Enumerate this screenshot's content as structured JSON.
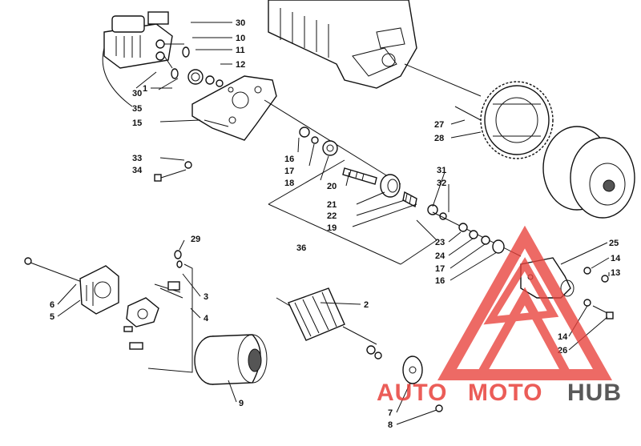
{
  "diagram": {
    "callouts": [
      {
        "id": "c30a",
        "text": "30"
      },
      {
        "id": "c10",
        "text": "10"
      },
      {
        "id": "c11",
        "text": "11"
      },
      {
        "id": "c12",
        "text": "12"
      },
      {
        "id": "c1",
        "text": "1"
      },
      {
        "id": "c30b",
        "text": "30"
      },
      {
        "id": "c35",
        "text": "35"
      },
      {
        "id": "c15",
        "text": "15"
      },
      {
        "id": "c33",
        "text": "33"
      },
      {
        "id": "c34",
        "text": "34"
      },
      {
        "id": "c16a",
        "text": "16"
      },
      {
        "id": "c17a",
        "text": "17"
      },
      {
        "id": "c18",
        "text": "18"
      },
      {
        "id": "c20",
        "text": "20"
      },
      {
        "id": "c21",
        "text": "21"
      },
      {
        "id": "c22",
        "text": "22"
      },
      {
        "id": "c19",
        "text": "19"
      },
      {
        "id": "c31",
        "text": "31"
      },
      {
        "id": "c32",
        "text": "32"
      },
      {
        "id": "c27",
        "text": "27"
      },
      {
        "id": "c28",
        "text": "28"
      },
      {
        "id": "c36",
        "text": "36"
      },
      {
        "id": "c23",
        "text": "23"
      },
      {
        "id": "c24",
        "text": "24"
      },
      {
        "id": "c17b",
        "text": "17"
      },
      {
        "id": "c16b",
        "text": "16"
      },
      {
        "id": "c25",
        "text": "25"
      },
      {
        "id": "c14a",
        "text": "14"
      },
      {
        "id": "c13",
        "text": "13"
      },
      {
        "id": "c14b",
        "text": "14"
      },
      {
        "id": "c26",
        "text": "26"
      },
      {
        "id": "c29",
        "text": "29"
      },
      {
        "id": "c3",
        "text": "3"
      },
      {
        "id": "c4",
        "text": "4"
      },
      {
        "id": "c6",
        "text": "6"
      },
      {
        "id": "c5",
        "text": "5"
      },
      {
        "id": "c2",
        "text": "2"
      },
      {
        "id": "c9",
        "text": "9"
      },
      {
        "id": "c7",
        "text": "7"
      },
      {
        "id": "c8",
        "text": "8"
      }
    ]
  },
  "watermark": {
    "part1": "AUTO",
    "part2": "MOTO",
    "part3": "HUB",
    "color_red": "#e8413b",
    "color_dark": "#3d3d3d"
  }
}
